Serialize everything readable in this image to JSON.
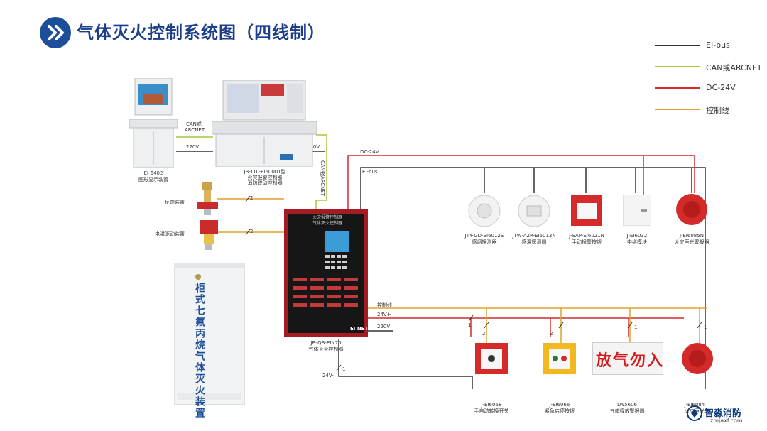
{
  "title": "气体灭火控制系统图（四线制）",
  "legend": [
    {
      "label": "EI-bus",
      "color": "#333333"
    },
    {
      "label": "CAN或ARCNET",
      "color": "#a6c93a"
    },
    {
      "label": "DC-24V",
      "color": "#d42a2a"
    },
    {
      "label": "控制线",
      "color": "#e0a22a"
    }
  ],
  "devices": {
    "display": {
      "model": "EI-6402",
      "name": "图形显示装置"
    },
    "console": {
      "model": "JB-TTL-EI6000T型",
      "name1": "火灾报警控制器",
      "name2": "消防联动控制器"
    },
    "controller": {
      "model": "JB-QB-EIN70",
      "name": "气体灭火控制器",
      "panel_title1": "火灾报警控制器",
      "panel_title2": "气体灭火控制器",
      "brand": "EI NET"
    },
    "feedback": {
      "name": "反馈装置"
    },
    "solenoid": {
      "name": "电磁驱动装置"
    },
    "cabinet": {
      "text": "柜式七氟丙烷气体灭火装置"
    },
    "top_row": [
      {
        "model": "JTY-GD-EI6012S",
        "name": "感烟探测器"
      },
      {
        "model": "JTW-A2R-EI6013N",
        "name": "感温探测器"
      },
      {
        "model": "J-SAP-EI6021N",
        "name": "手动报警按钮"
      },
      {
        "model": "J-EI6032",
        "name": "中继模块"
      },
      {
        "model": "J-EI6085N",
        "name": "火灾声光警报器"
      }
    ],
    "bottom_row": [
      {
        "model": "J-EI6068",
        "name": "手自动转换开关"
      },
      {
        "model": "J-EI6066",
        "name": "紧急启停按钮"
      },
      {
        "model": "LW5606",
        "name": "气体释放警报器",
        "banner": "放气勿入"
      },
      {
        "model": "J-EI6084",
        "name": "火灾声光"
      }
    ]
  },
  "wire_labels": {
    "can_or": "CAN或",
    "arcnet": "ARCNET",
    "ac220_a": "220V",
    "ac220_b": "220V",
    "ac220_c": "220V",
    "can_vertical": "CAN或ARCNET",
    "dc24": "DC-24V",
    "eibus": "EI-bus",
    "control": "控制线",
    "v24plus": "24V+",
    "v24minus": "24V-"
  },
  "counts": {
    "two": "2",
    "one": "1"
  },
  "watermark": {
    "brand": "智淼消防",
    "url": "zmjaxf.com"
  }
}
